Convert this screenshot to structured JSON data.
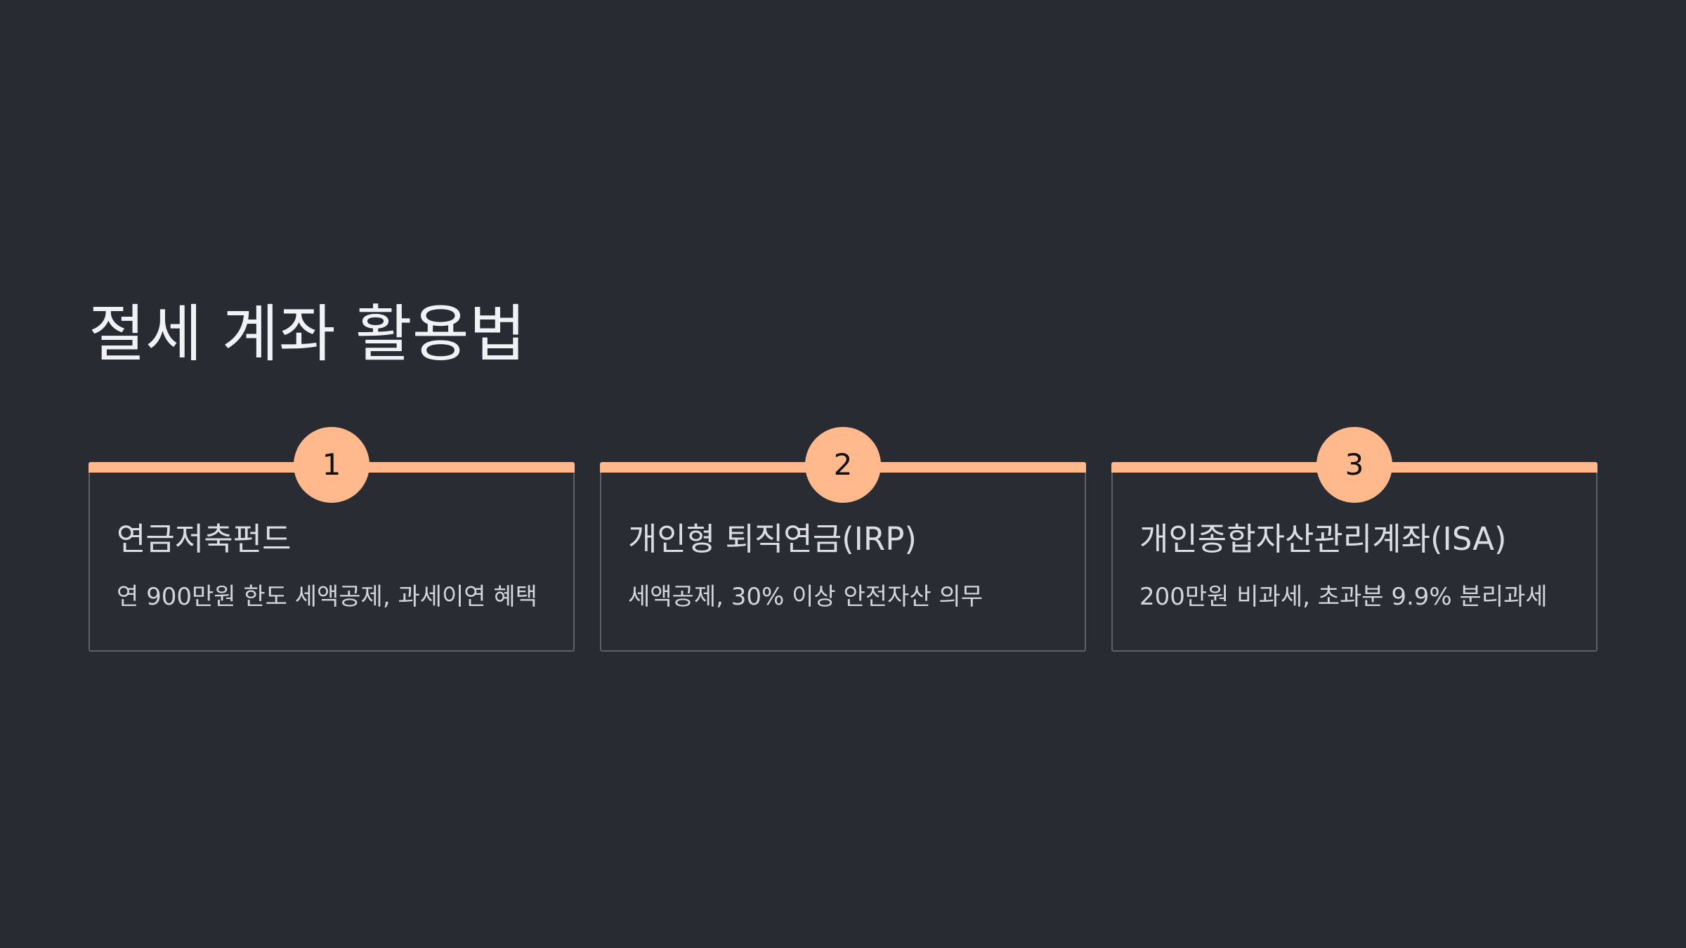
{
  "slide": {
    "title": "절세 계좌 활용법"
  },
  "cards": [
    {
      "number": "1",
      "title": "연금저축펀드",
      "description": "연 900만원 한도 세액공제, 과세이연 혜택"
    },
    {
      "number": "2",
      "title": "개인형 퇴직연금(IRP)",
      "description": "세액공제, 30% 이상 안전자산 의무"
    },
    {
      "number": "3",
      "title": "개인종합자산관리계좌(ISA)",
      "description": "200만원 비과세, 초과분 9.9% 분리과세"
    }
  ],
  "colors": {
    "background": "#292b33",
    "accent": "#ffb98c",
    "card_border": "#5e616b",
    "title_text": "#f1f2f5",
    "body_text": "#d4d5da"
  }
}
